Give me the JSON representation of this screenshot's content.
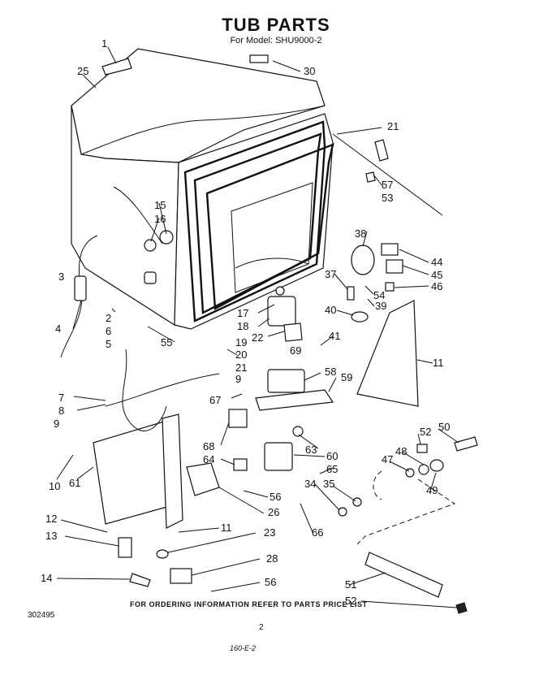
{
  "header": {
    "title": "TUB PARTS",
    "model_line": "For Model: SHU9000-2"
  },
  "footer": {
    "order_note": "FOR ORDERING INFORMATION REFER TO PARTS PRICE LIST",
    "drawing_number": "302495",
    "page_number": "2",
    "handwritten_note": "160-E-2"
  },
  "callouts": [
    "1",
    "25",
    "30",
    "21",
    "57",
    "53",
    "15",
    "16",
    "38",
    "44",
    "45",
    "37",
    "46",
    "3",
    "54",
    "39",
    "17",
    "40",
    "18",
    "2",
    "22",
    "41",
    "4",
    "6",
    "55",
    "69",
    "5",
    "20",
    "11",
    "19",
    "21",
    "9",
    "58",
    "59",
    "7",
    "67",
    "8",
    "9",
    "50",
    "52",
    "68",
    "63",
    "60",
    "48",
    "10",
    "61",
    "64",
    "65",
    "47",
    "34",
    "35",
    "49",
    "56",
    "26",
    "12",
    "11",
    "66",
    "13",
    "23",
    "51",
    "28",
    "14",
    "56",
    "52"
  ]
}
